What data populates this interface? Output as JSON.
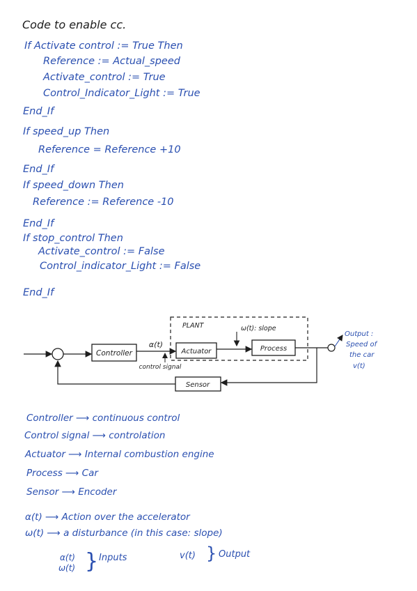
{
  "title": "Code to enable cc.",
  "code_lines": [
    "If  Activate control := True  Then",
    "Reference := Actual_speed",
    "Activate_control := True",
    "Control_Indicator_Light := True",
    "End_If",
    "If  speed_up  Then",
    "Reference = Reference +10",
    "End_If",
    "If  speed_down  Then",
    "Reference := Reference -10",
    "End_If",
    "If  stop_control  Then",
    "Activate_control := False",
    "Control_indicator_Light := False",
    "End_If"
  ],
  "diagram": {
    "plant_label": "PLANT",
    "controller": "Controller",
    "alpha_signal": "α(t)",
    "actuator": "Actuator",
    "process": "Process",
    "sensor": "Sensor",
    "control_signal": "control signal",
    "disturbance": "ω(t): slope",
    "output_lines": [
      "Output :",
      "Speed of",
      "the car",
      "v(t)"
    ]
  },
  "legend_items": [
    "Controller ⟶ continuous control",
    "Control signal ⟶ controlation",
    "Actuator ⟶ Internal combustion engine",
    "Process ⟶ Car",
    "Sensor ⟶ Encoder"
  ],
  "definitions": [
    "α(t) ⟶ Action over the accelerator",
    "ω(t) ⟶ a disturbance (in this case: slope)"
  ],
  "io": {
    "inputs_vars": [
      "α(t)",
      "ω(t)"
    ],
    "inputs_label": "Inputs",
    "output_var": "v(t)",
    "output_label": "Output"
  },
  "colors": {
    "ink_black": "#1e1e1e",
    "ink_blue": "#2a4fb0"
  }
}
